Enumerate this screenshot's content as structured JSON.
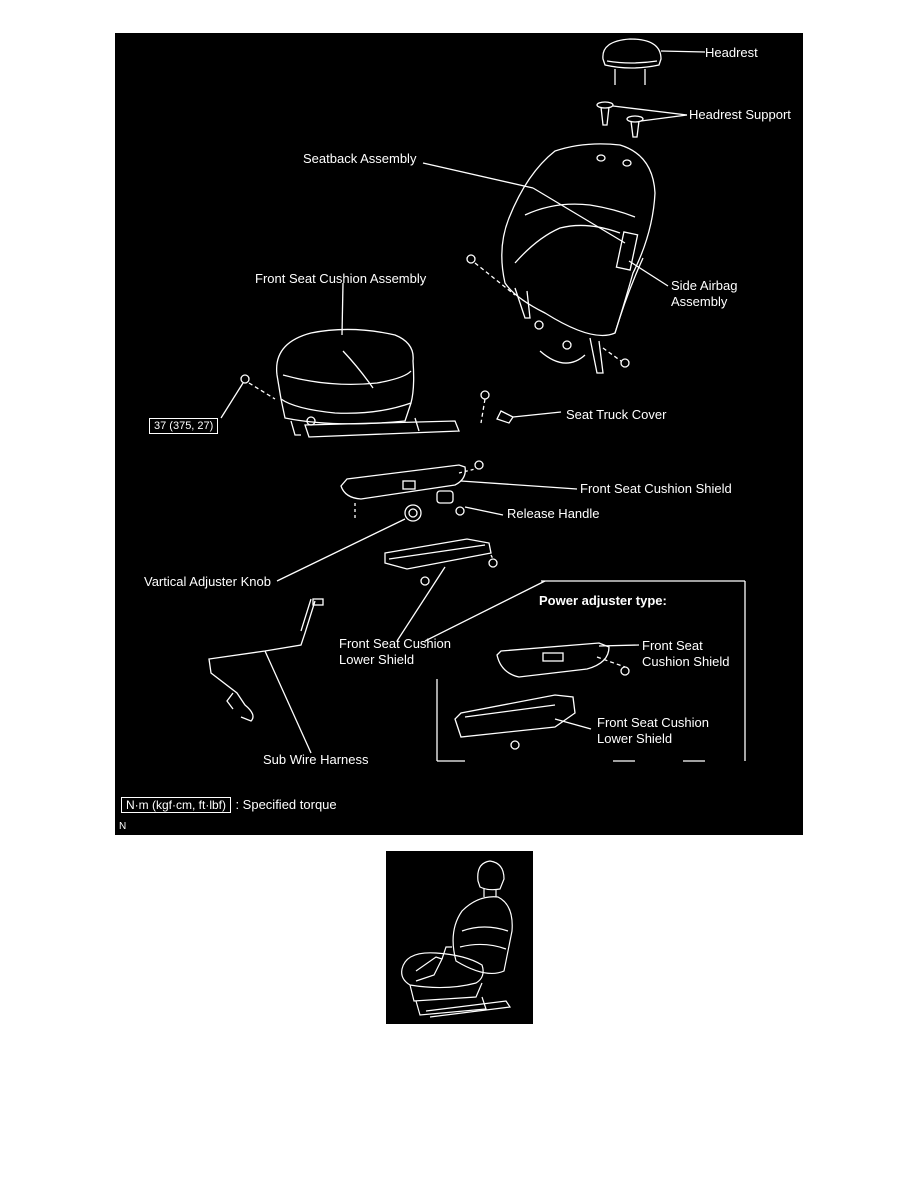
{
  "colors": {
    "background": "#000000",
    "line": "#ffffff",
    "page": "#ffffff"
  },
  "labels": {
    "headrest": "Headrest",
    "headrest_support": "Headrest Support",
    "seatback_assembly": "Seatback Assembly",
    "side_airbag_line1": "Side Airbag",
    "side_airbag_line2": "Assembly",
    "front_seat_cushion_assembly": "Front Seat Cushion Assembly",
    "seat_truck_cover": "Seat Truck Cover",
    "front_seat_cushion_shield": "Front Seat Cushion Shield",
    "release_handle": "Release Handle",
    "vertical_adjuster_knob": "Vartical Adjuster Knob",
    "lower_shield_line1": "Front Seat Cushion",
    "lower_shield_line2": "Lower Shield",
    "sub_wire_harness": "Sub Wire Harness",
    "power_title": "Power adjuster type:",
    "power_shield_line1": "Front Seat",
    "power_shield_line2": "Cushion Shield",
    "power_lower_line1": "Front Seat Cushion",
    "power_lower_line2": "Lower Shield",
    "torque_value": "37 (375, 27)",
    "legend_unit": "N·m (kgf·cm, ft·lbf)",
    "legend_text": ": Specified torque",
    "code_letter": "N"
  }
}
